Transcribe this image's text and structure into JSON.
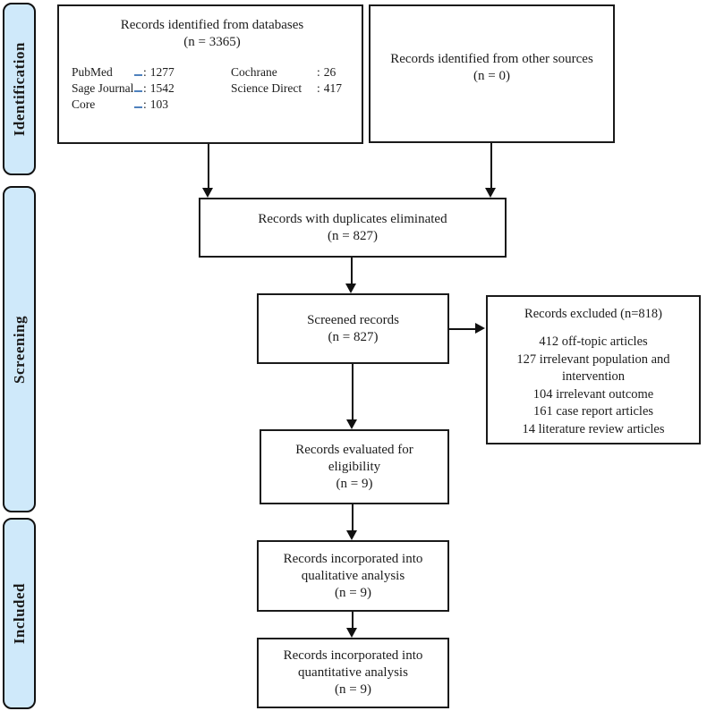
{
  "colors": {
    "sidebar_fill": "#cfe9fa",
    "box_border": "#1a1a1a",
    "tab_marker_blue": "#4f81bd"
  },
  "sidebar": {
    "identification": "Identification",
    "screening": "Screening",
    "included": "Included"
  },
  "boxes": {
    "databases": {
      "title": "Records identified from databases",
      "count": "(n = 3365)",
      "sources_left": [
        {
          "name": "PubMed",
          "colon": ":",
          "value": "1277"
        },
        {
          "name": "Sage Journal",
          "colon": ":",
          "value": "1542"
        },
        {
          "name": "Core",
          "colon": ":",
          "value": "103"
        }
      ],
      "sources_right": [
        {
          "name": "Cochrane",
          "colon": ":",
          "value": "26"
        },
        {
          "name": "Science Direct",
          "colon": ":",
          "value": "417"
        }
      ]
    },
    "other_sources": {
      "title": "Records identified from other sources",
      "count": "(n = 0)"
    },
    "duplicates": {
      "title": "Records with duplicates eliminated",
      "count": "(n = 827)"
    },
    "screened": {
      "title": "Screened records",
      "count": "(n = 827)"
    },
    "excluded": {
      "title": "Records excluded (n=818)",
      "reasons": [
        "412 off-topic articles",
        "127 irrelevant population and intervention",
        "104 irrelevant outcome",
        "161 case report articles",
        "14 literature review articles"
      ]
    },
    "eligibility": {
      "line1": "Records evaluated for",
      "line2": "eligibility",
      "count": "(n = 9)"
    },
    "qualitative": {
      "line1": "Records incorporated into",
      "line2": "qualitative analysis",
      "count": "(n = 9)"
    },
    "quantitative": {
      "line1": "Records incorporated into",
      "line2": "quantitative analysis",
      "count": "(n = 9)"
    }
  }
}
